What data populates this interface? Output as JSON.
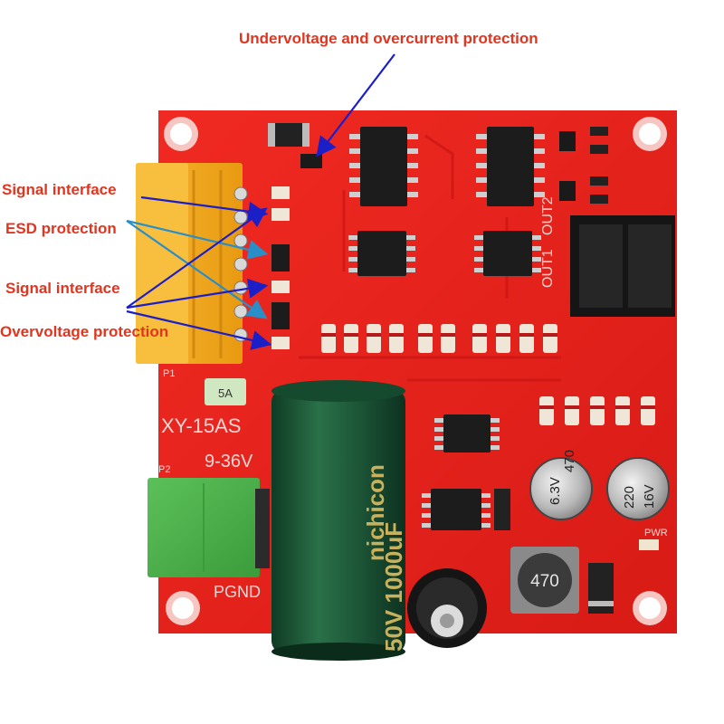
{
  "annotations": {
    "undervoltage_overcurrent": "Undervoltage and overcurrent protection",
    "signal_interface_1": "Signal interface",
    "esd_protection": "ESD protection",
    "signal_interface_2": "Signal interface",
    "overvoltage_protection": "Overvoltage protection"
  },
  "board": {
    "model": "XY-15AS",
    "voltage_range": "9-36V",
    "pgnd_label": "PGND",
    "out_label_1": "OUT1",
    "out_label_2": "OUT2",
    "pwr_label": "PWR",
    "fuse_label": "5A",
    "inductor_label": "470",
    "main_cap_brand": "nichicon",
    "main_cap_rating": "50V 1000uF",
    "cap_c4_value": "470",
    "cap_c4_rating": "6.3V",
    "cap_c26_value": "220",
    "cap_c26_rating": "16V",
    "connector_p1_label": "P1",
    "connector_p2_label": "P2"
  },
  "colors": {
    "pcb": "#e8221b",
    "callout_text": "#e2351f",
    "arrow_dark": "#1b1fc8",
    "arrow_teal": "#2a8ec8",
    "terminal_yellow": "#f4a91c",
    "terminal_green": "#46b046",
    "capacitor_green": "#1f5a3a",
    "relay_black": "#1a1a1a"
  }
}
